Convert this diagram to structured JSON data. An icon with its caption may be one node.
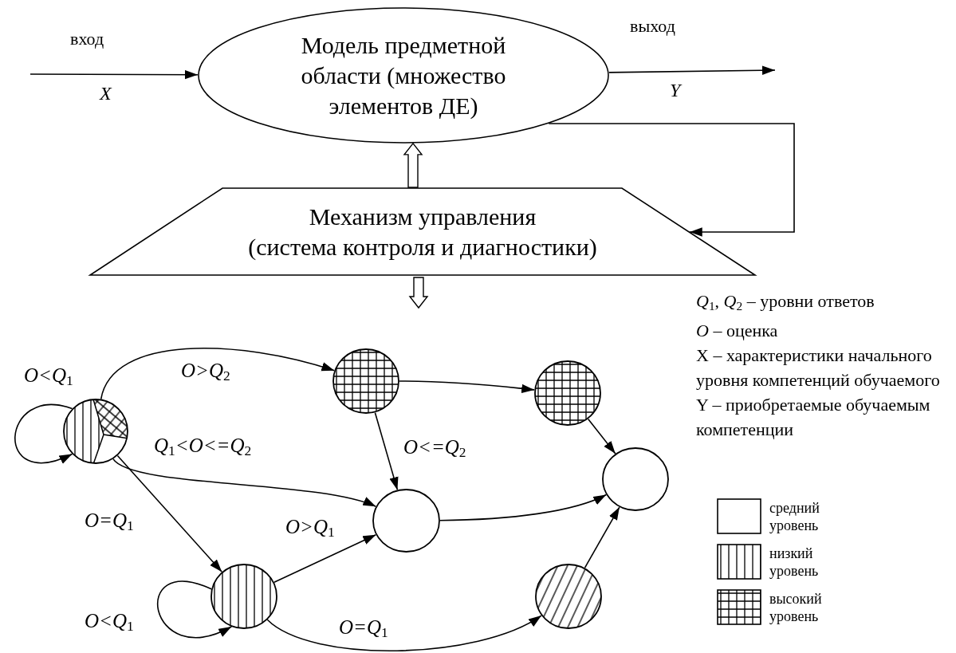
{
  "diagram": {
    "nodes": [
      {
        "text": [
          "Модель предметной области (множество элементов ДЕ)"
        ]
      },
      {
        "text": [
          "Механизм управления",
          "(система контроля и диагностики)"
        ]
      },
      {
        "text": [],
        "shape": "circle"
      },
      {
        "text": [],
        "shape": "circle"
      },
      {
        "text": [],
        "shape": "circle"
      },
      {
        "text": [],
        "shape": "circle"
      },
      {
        "text": [],
        "shape": "circle"
      },
      {
        "text": [],
        "shape": "circle"
      },
      {
        "text": [],
        "shape": "circle"
      }
    ],
    "edges": [
      {
        "from": null,
        "to": 0,
        "arrow": "to"
      },
      {
        "from": 0,
        "to": null,
        "arrow": "to"
      },
      {
        "from": 0,
        "to": 1,
        "arrow": "to"
      },
      {
        "from": 1,
        "to": 0,
        "arrow": "to",
        "style": "thick"
      },
      {
        "from": 1,
        "to": null,
        "arrow": "to",
        "style": "thick"
      },
      {
        "from": 2,
        "to": 2,
        "arrow": "to",
        "label": "O<Q$_{1}$"
      },
      {
        "from": 2,
        "to": 4,
        "arrow": "to",
        "label": "O>Q$_{2}$"
      },
      {
        "from": 2,
        "to": 5,
        "arrow": "to",
        "label": "Q$_{1}$<O<=Q$_{2}$"
      },
      {
        "from": 2,
        "to": 3,
        "arrow": "to",
        "label": "O=Q$_{1}$"
      },
      {
        "from": 3,
        "to": 3,
        "arrow": "to",
        "label": "O<Q$_{1}$"
      },
      {
        "from": 3,
        "to": 5,
        "arrow": "to",
        "label": "O>Q$_{1}$"
      },
      {
        "from": 3,
        "to": 7,
        "arrow": "to",
        "label": "O=Q$_{1}$"
      },
      {
        "from": 4,
        "to": 6,
        "arrow": "to"
      },
      {
        "from": 4,
        "to": 5,
        "arrow": "to",
        "label": "O<=Q$_{2}$"
      },
      {
        "from": 6,
        "to": 8,
        "arrow": "to"
      },
      {
        "from": 5,
        "to": 8,
        "arrow": "to"
      },
      {
        "from": 7,
        "to": 8,
        "arrow": "to"
      }
    ],
    "labels": [
      "вход",
      "X",
      "выход",
      "Y",
      "*Q*$_{1}$, *Q*$_{2}$ – уровни ответов",
      "*O* – оценка",
      "X – характеристики начального уровня компетенций обучаемого",
      "Y – приобретаемые обучаемым компетенции"
    ],
    "legend": [
      {
        "text": "средний уровень"
      },
      {
        "text": "низкий уровень"
      },
      {
        "text": "высокий уровень"
      }
    ]
  }
}
